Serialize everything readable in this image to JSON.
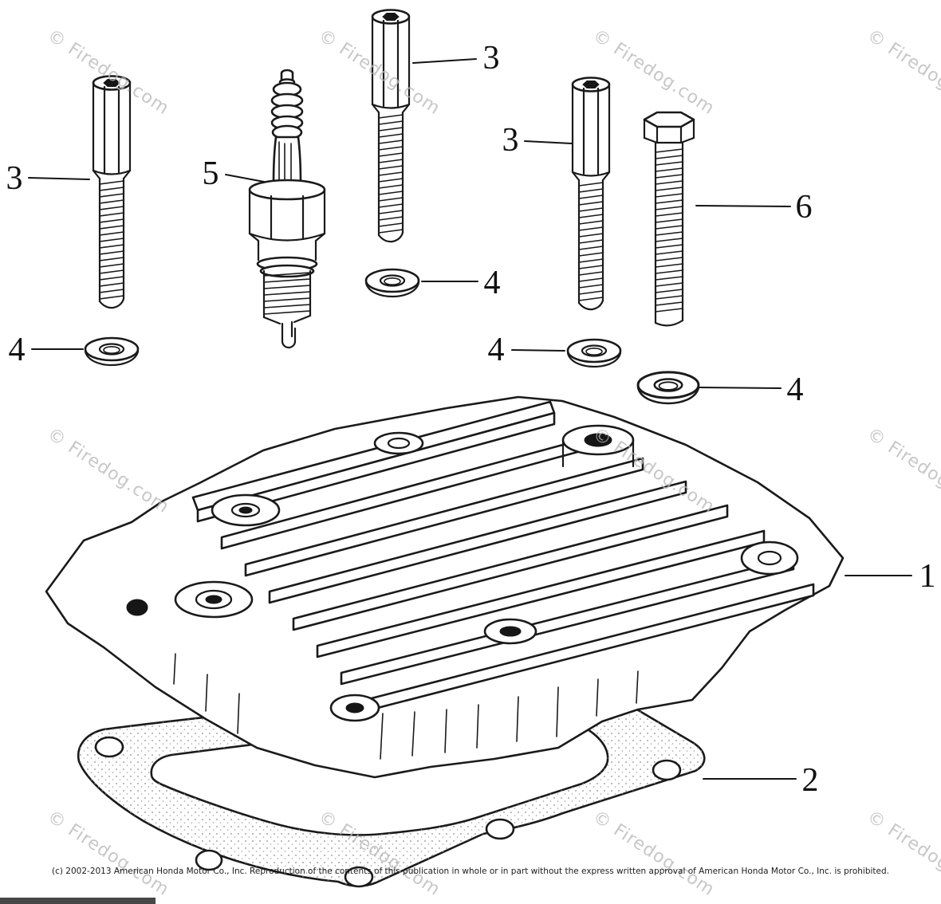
{
  "diagram": {
    "watermark": "© Firedog.com",
    "copyright": "(c) 2002-2013 American Honda Motor Co., Inc. Reproduction of the contents of this publication in whole or in part without the express written approval of American Honda Motor Co., Inc. is prohibited.",
    "callouts": {
      "cylinder_head": "1",
      "gasket": "2",
      "stud_left": "3",
      "stud_top": "3",
      "stud_right": "3",
      "washer_left": "4",
      "washer_center": "4",
      "washer_right": "4",
      "washer_far_right": "4",
      "spark_plug": "5",
      "flange_bolt": "6"
    }
  }
}
